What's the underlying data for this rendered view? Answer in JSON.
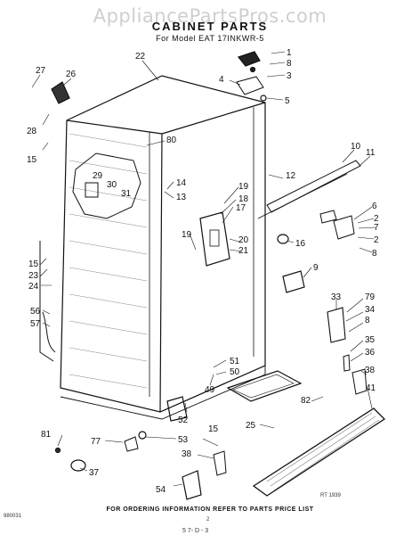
{
  "watermark": "AppliancePartsPros.com",
  "title": "CABINET PARTS",
  "subtitle": "For Model EAT 17INKWR-5",
  "footer": "FOR ORDERING INFORMATION REFER TO PARTS PRICE LIST",
  "small_left": "980031",
  "small_center": "2",
  "small_right": "RT 1939",
  "bottom_stub": "5 7- D - 3",
  "callouts": [
    {
      "id": "c1",
      "t": "1"
    },
    {
      "id": "c8a",
      "t": "8"
    },
    {
      "id": "c3",
      "t": "3"
    },
    {
      "id": "c4",
      "t": "4"
    },
    {
      "id": "c5",
      "t": "5"
    },
    {
      "id": "c22",
      "t": "22"
    },
    {
      "id": "c27",
      "t": "27"
    },
    {
      "id": "c26",
      "t": "26"
    },
    {
      "id": "c28",
      "t": "28"
    },
    {
      "id": "c15a",
      "t": "15"
    },
    {
      "id": "c80",
      "t": "80"
    },
    {
      "id": "c10",
      "t": "10"
    },
    {
      "id": "c11",
      "t": "11"
    },
    {
      "id": "c12",
      "t": "12"
    },
    {
      "id": "c29",
      "t": "29"
    },
    {
      "id": "c30",
      "t": "30"
    },
    {
      "id": "c31",
      "t": "31"
    },
    {
      "id": "c14",
      "t": "14"
    },
    {
      "id": "c13",
      "t": "13"
    },
    {
      "id": "c19a",
      "t": "19"
    },
    {
      "id": "c18",
      "t": "18"
    },
    {
      "id": "c17",
      "t": "17"
    },
    {
      "id": "c6",
      "t": "6"
    },
    {
      "id": "c2a",
      "t": "2"
    },
    {
      "id": "c7",
      "t": "7"
    },
    {
      "id": "c2b",
      "t": "2"
    },
    {
      "id": "c8b",
      "t": "8"
    },
    {
      "id": "c16",
      "t": "16"
    },
    {
      "id": "c19b",
      "t": "19"
    },
    {
      "id": "c20",
      "t": "20"
    },
    {
      "id": "c21",
      "t": "21"
    },
    {
      "id": "c15b",
      "t": "15"
    },
    {
      "id": "c23",
      "t": "23"
    },
    {
      "id": "c24",
      "t": "24"
    },
    {
      "id": "c9",
      "t": "9"
    },
    {
      "id": "c56",
      "t": "56"
    },
    {
      "id": "c57",
      "t": "57"
    },
    {
      "id": "c33",
      "t": "33"
    },
    {
      "id": "c79",
      "t": "79"
    },
    {
      "id": "c34",
      "t": "34"
    },
    {
      "id": "c8c",
      "t": "8"
    },
    {
      "id": "c35",
      "t": "35"
    },
    {
      "id": "c36",
      "t": "36"
    },
    {
      "id": "c38a",
      "t": "38"
    },
    {
      "id": "c49",
      "t": "49"
    },
    {
      "id": "c51",
      "t": "51"
    },
    {
      "id": "c50",
      "t": "50"
    },
    {
      "id": "c41",
      "t": "41"
    },
    {
      "id": "c52",
      "t": "52"
    },
    {
      "id": "c82",
      "t": "82"
    },
    {
      "id": "c25",
      "t": "25"
    },
    {
      "id": "c15c",
      "t": "15"
    },
    {
      "id": "c81",
      "t": "81"
    },
    {
      "id": "c77",
      "t": "77"
    },
    {
      "id": "c53",
      "t": "53"
    },
    {
      "id": "c38b",
      "t": "38"
    },
    {
      "id": "c37",
      "t": "37"
    },
    {
      "id": "c54",
      "t": "54"
    }
  ]
}
